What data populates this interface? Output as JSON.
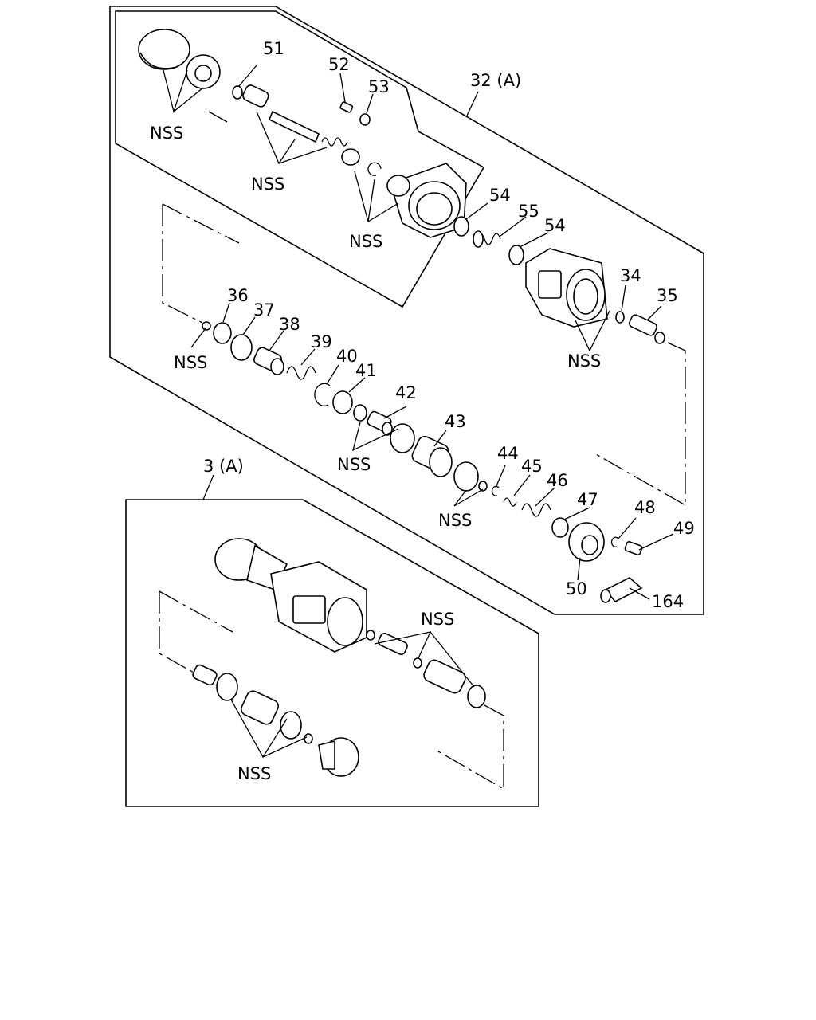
{
  "diagram": {
    "assembly_main_label": "32 (A)",
    "assembly_sub_label": "3 (A)",
    "callouts": {
      "c51": "51",
      "c52": "52",
      "c53": "53",
      "c54a": "54",
      "c55": "55",
      "c54b": "54",
      "c34": "34",
      "c35": "35",
      "c36": "36",
      "c37": "37",
      "c38": "38",
      "c39": "39",
      "c40": "40",
      "c41": "41",
      "c42": "42",
      "c43": "43",
      "c44": "44",
      "c45": "45",
      "c46": "46",
      "c47": "47",
      "c48": "48",
      "c49": "49",
      "c50": "50",
      "c164": "164"
    },
    "nss_labels": {
      "n1": "NSS",
      "n2": "NSS",
      "n3": "NSS",
      "n4": "NSS",
      "n5": "NSS",
      "n6": "NSS",
      "n7": "NSS",
      "n8": "NSS",
      "n9": "NSS"
    }
  }
}
